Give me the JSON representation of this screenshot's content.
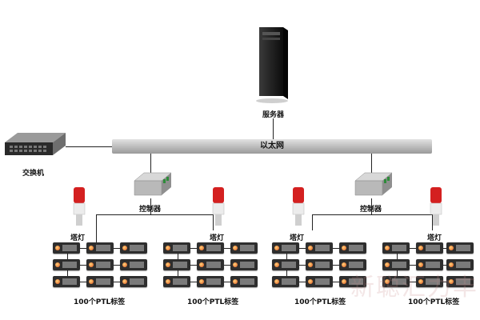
{
  "labels": {
    "server": "服务器",
    "switch": "交换机",
    "ethernet": "以太网",
    "controller": "控制器",
    "tower_light": "塔灯",
    "ptl_tags": "100个PTL标签",
    "watermark": "新聪汇力丰"
  },
  "icons": [
    "server-icon",
    "network-switch-icon",
    "controller-icon",
    "tower-light-icon",
    "ptl-tag-icon"
  ],
  "colors": {
    "bus": "#b0b0b0",
    "tag_led": "#e0541d",
    "tower_red": "#d42020"
  }
}
